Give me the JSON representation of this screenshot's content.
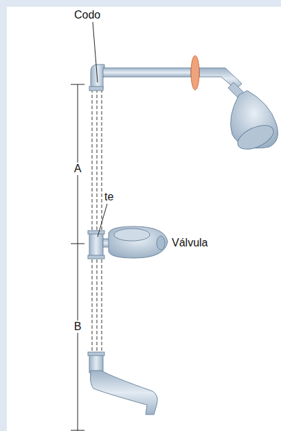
{
  "diagram": {
    "labels": [
      "Codo",
      "A",
      "te",
      "Válvula",
      "B"
    ]
  }
}
